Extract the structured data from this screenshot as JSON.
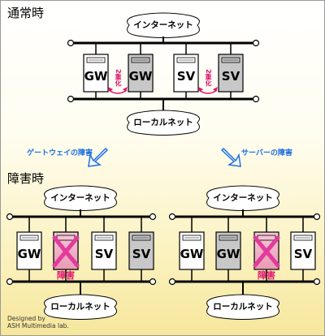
{
  "sections": {
    "normal": "通常時",
    "failure": "障害時"
  },
  "clouds": {
    "internet": "インターネット",
    "lan": "ローカルネット"
  },
  "servers": {
    "gw": "GW",
    "sv": "SV"
  },
  "labels": {
    "redundant": "2重化",
    "gateway_failure": "ゲートウェイの障害",
    "server_failure": "サーバーの障害",
    "failure": "障害"
  },
  "credit": {
    "line1": "Designed by",
    "line2": "ASH Multimedia lab."
  },
  "colors": {
    "arrow": "#1e6fe0",
    "fail": "#e0166e",
    "cross": "#e23b9c",
    "dark_box": "#c8c8c8",
    "light_box": "#ffffff"
  }
}
